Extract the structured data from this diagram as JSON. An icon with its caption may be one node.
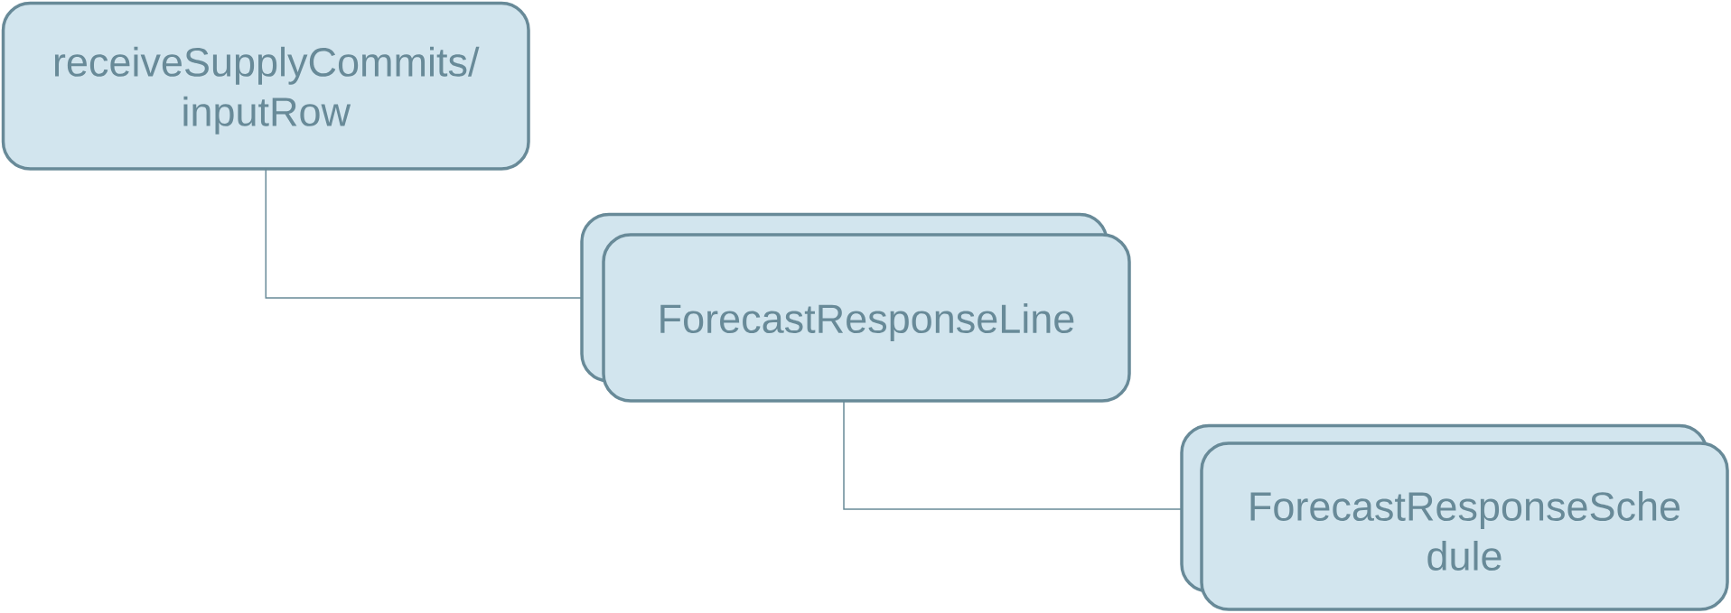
{
  "diagram": {
    "nodes": [
      {
        "text": [
          "receiveSupplyCommits/ inputRow"
        ]
      },
      {
        "text": [
          "ForecastResponseLine"
        ]
      },
      {
        "text": [
          "ForecastResponseSche dule"
        ]
      }
    ],
    "edges": [
      {
        "from": 0,
        "to": 1,
        "arrow": "none"
      },
      {
        "from": 1,
        "to": 2,
        "arrow": "none"
      }
    ]
  }
}
